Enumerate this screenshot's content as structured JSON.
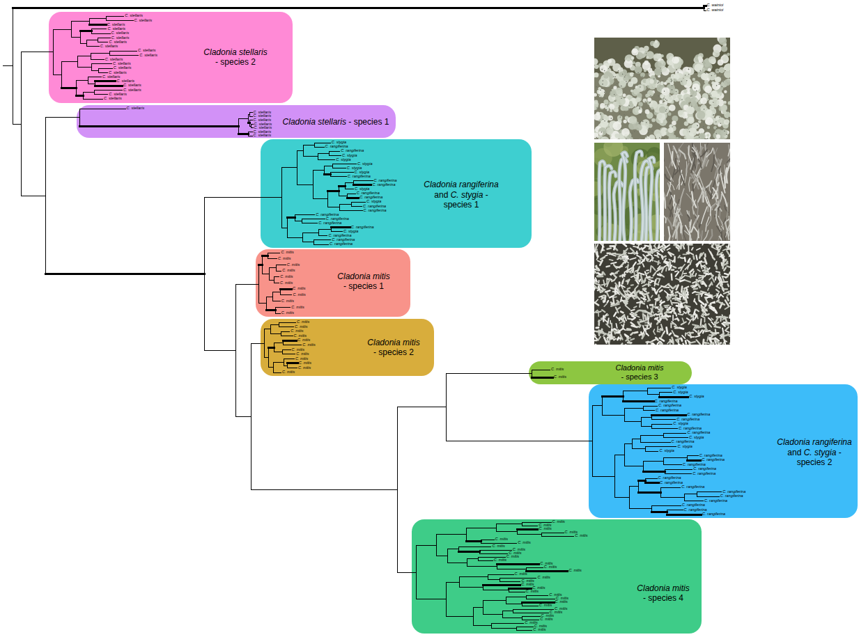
{
  "diagram": {
    "nodes": [
      {
        "text": [
          "Cladonia stellaris - species 2"
        ]
      },
      {
        "text": [
          "Cladonia stellaris - species 1"
        ]
      },
      {
        "text": [
          "Cladonia rangiferina and C. stygia - species 1"
        ]
      },
      {
        "text": [
          "Cladonia mitis - species 1"
        ]
      },
      {
        "text": [
          "Cladonia mitis - species 2"
        ]
      },
      {
        "text": [
          "Cladonia mitis - species 3"
        ]
      },
      {
        "text": [
          "Cladonia rangiferina and C. stygia - species 2"
        ]
      },
      {
        "text": [
          "Cladonia mitis - species 4"
        ]
      }
    ],
    "labels": [
      "C. wainioi",
      "C. wainioi",
      "C. stellaris",
      "C. stellaris",
      "C. stellaris",
      "C. stellaris",
      "C. stellaris",
      "C. stellaris",
      "C. stellaris",
      "C. stellaris",
      "C. stellaris",
      "C. stellaris",
      "C. stellaris",
      "C. stellaris",
      "C. stellaris",
      "C. stellaris",
      "C. stellaris",
      "C. stellaris",
      "C. stellaris",
      "C. stellaris",
      "C. stellaris",
      "C. stellaris",
      "C. stellaris",
      "C. stellaris",
      "C. stellaris",
      "C. stellaris",
      "C. stellaris",
      "C. stellaris",
      "C. stellaris",
      "C. stellaris",
      "C. stygia",
      "C. rangiferina",
      "C. rangiferina",
      "C. stygia",
      "C. stygia",
      "C. stygia",
      "C. stygia",
      "C. stygia",
      "C. rangiferina",
      "C. rangiferina",
      "C. rangiferina",
      "C. stygia",
      "C. rangiferina",
      "C. rangiferina",
      "C. stygia",
      "C. rangiferina",
      "C. rangiferina",
      "C. rangiferina",
      "C. rangiferina",
      "C. rangiferina",
      "C. rangiferina",
      "C. stygia",
      "C. rangiferina",
      "C. rangiferina",
      "C. rangiferina",
      "C. mitis",
      "C. mitis",
      "C. mitis",
      "C. mitis",
      "C. mitis",
      "C. mitis",
      "C. mitis",
      "C. mitis",
      "C. mitis",
      "C. mitis",
      "C. mitis",
      "C. mitis",
      "C. mitis",
      "C. mitis",
      "C. mitis",
      "C. mitis",
      "C. mitis",
      "C. mitis",
      "C. mitis",
      "C. mitis",
      "C. mitis",
      "C. mitis",
      "C. mitis",
      "C. mitis",
      "C. mitis",
      "C. stygia",
      "C. stygia",
      "C. stygia",
      "C. rangiferina",
      "C. rangiferina",
      "C. rangiferina",
      "C. rangiferina",
      "C. rangiferina",
      "C. stygia",
      "C. rangiferina",
      "C. rangiferina",
      "C. stygia",
      "C. rangiferina",
      "C. stygia",
      "C. stygia",
      "C. rangiferina",
      "C. rangiferina",
      "C. rangiferina",
      "C. rangiferina",
      "C. rangiferina",
      "C. rangiferina",
      "C. rangiferina",
      "C. rangiferina",
      "C. rangiferina",
      "C. rangiferina",
      "C. rangiferina",
      "C. rangiferina",
      "C. rangiferina",
      "C. rangiferina",
      "C. mitis",
      "C. mitis",
      "C. mitis",
      "C. mitis",
      "C. mitis",
      "C. mitis",
      "C. mitis",
      "C. mitis",
      "C. mitis",
      "C. mitis",
      "C. mitis",
      "C. mitis",
      "C. mitis",
      "C. mitis",
      "C. mitis",
      "C. mitis",
      "C. mitis",
      "C. mitis",
      "C. mitis",
      "C. mitis",
      "C. mitis",
      "C. mitis",
      "C. mitis",
      "C. mitis",
      "C. mitis",
      "C. mitis",
      "C. mitis",
      "C. mitis",
      "C. mitis",
      "C. mitis",
      "C. mitis",
      "C. mitis"
    ]
  }
}
